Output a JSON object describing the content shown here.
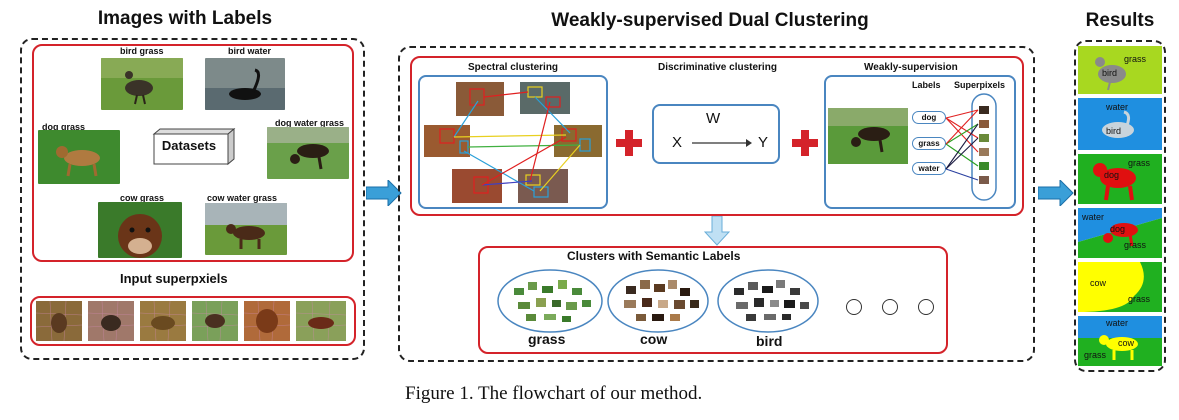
{
  "left": {
    "title": "Images with Labels",
    "image_labels": [
      "bird  grass",
      "bird  water",
      "dog  grass",
      "dog  water  grass",
      "cow  grass",
      "cow  water  grass"
    ],
    "datasets_label": "Datasets",
    "superpixels_title": "Input superpxiels"
  },
  "middle": {
    "title": "Weakly-supervised Dual Clustering",
    "spectral_label": "Spectral clustering",
    "discriminative_label": "Discriminative clustering",
    "weak_label": "Weakly-supervision",
    "matrix_w": "W",
    "matrix_x": "X",
    "matrix_y": "Y",
    "labels_header": "Labels",
    "superpixels_header": "Superpixels",
    "weak_pills": [
      "dog",
      "grass",
      "water"
    ],
    "clusters_title": "Clusters with Semantic Labels",
    "cluster_labels": [
      "grass",
      "cow",
      "bird"
    ]
  },
  "right": {
    "title": "Results",
    "results": [
      {
        "labels": [
          "grass",
          "bird"
        ]
      },
      {
        "labels": [
          "water",
          "bird"
        ]
      },
      {
        "labels": [
          "grass",
          "dog"
        ]
      },
      {
        "labels": [
          "water",
          "dog",
          "grass"
        ]
      },
      {
        "labels": [
          "cow",
          "grass"
        ]
      },
      {
        "labels": [
          "water",
          "cow",
          "grass"
        ]
      }
    ]
  },
  "caption": "Figure 1.  The flowchart of our method.",
  "colors": {
    "red": "#d4232a",
    "blue": "#4a86c0",
    "arrow": "#3a9fd8",
    "grass_green": "#20b020",
    "water_blue": "#1f8fe0",
    "yellow": "#ffee00",
    "cow_yellow": "#ffff00"
  }
}
